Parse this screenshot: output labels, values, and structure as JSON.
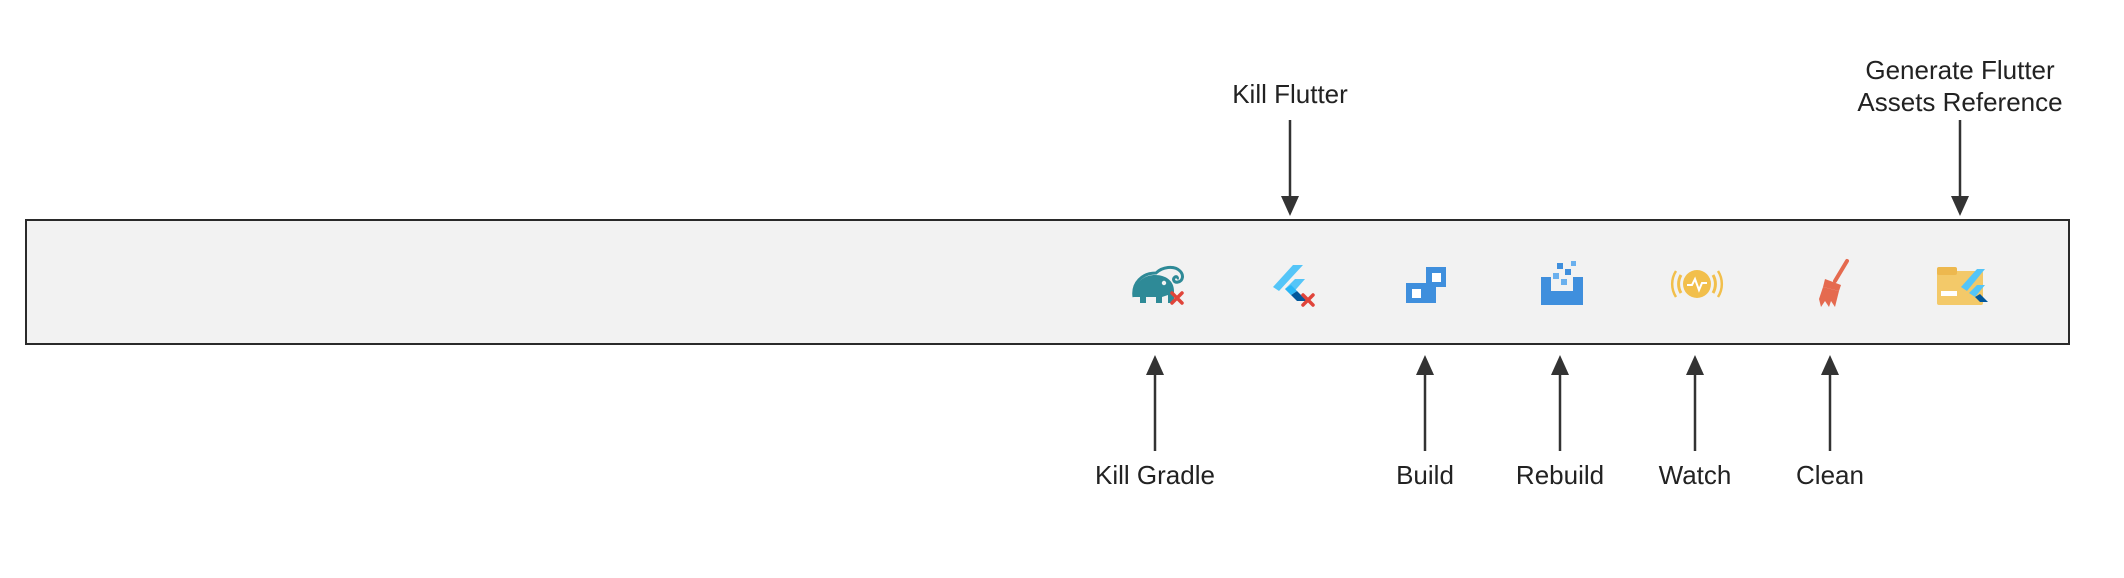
{
  "callouts": {
    "kill_gradle": "Kill Gradle",
    "kill_flutter": "Kill Flutter",
    "build": "Build",
    "rebuild": "Rebuild",
    "watch": "Watch",
    "clean": "Clean",
    "generate_line1": "Generate Flutter",
    "generate_line2": "Assets Reference"
  },
  "icons": {
    "kill_gradle": "gradle-elephant-kill-icon",
    "kill_flutter": "flutter-kill-icon",
    "build": "build-blocks-icon",
    "rebuild": "rebuild-icon",
    "watch": "watch-pulse-icon",
    "clean": "broom-icon",
    "generate": "flutter-assets-icon"
  },
  "colors": {
    "gradle": "#2E8A97",
    "kill_red": "#E0443A",
    "flutter_light": "#54C5F8",
    "flutter_dark": "#01579B",
    "build_blue": "#3F8FDD",
    "watch_orange": "#F2BF4B",
    "clean_red": "#E56A4F",
    "folder_yellow": "#F3C969"
  }
}
